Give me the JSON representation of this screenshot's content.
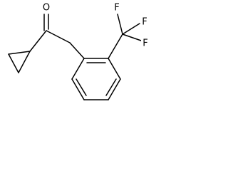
{
  "molecule": {
    "atoms": {
      "oxygen": "O",
      "fluorine_1": "F",
      "fluorine_2": "F",
      "fluorine_3": "F"
    },
    "colors": {
      "bond": "#000000",
      "label": "#000000",
      "background": "#ffffff"
    }
  }
}
